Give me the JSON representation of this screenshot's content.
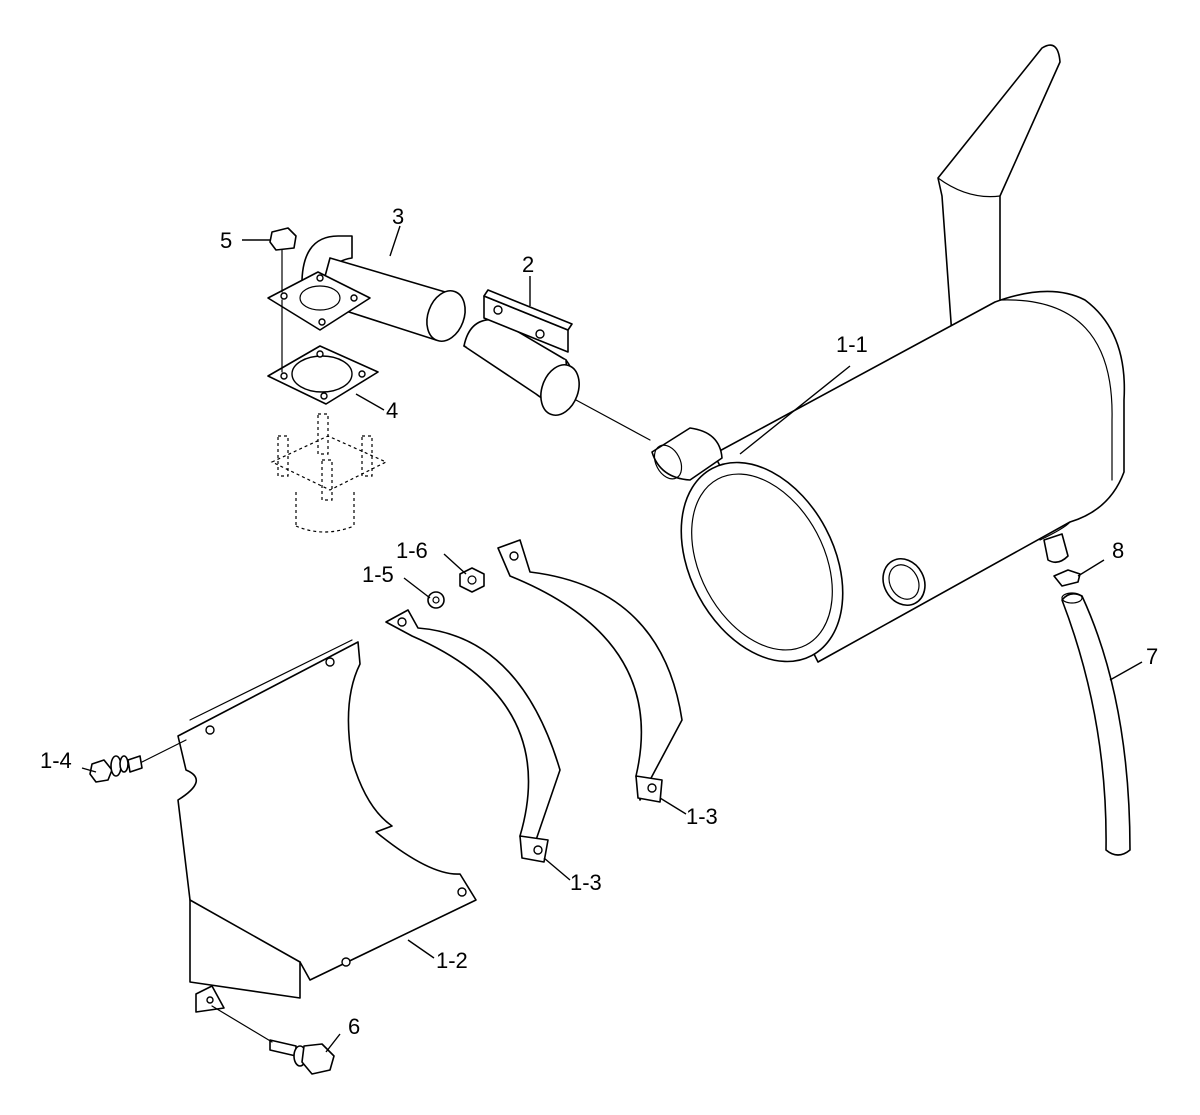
{
  "diagram": {
    "callouts": [
      {
        "id": "5",
        "label": "5"
      },
      {
        "id": "3",
        "label": "3"
      },
      {
        "id": "2",
        "label": "2"
      },
      {
        "id": "4",
        "label": "4"
      },
      {
        "id": "1-1",
        "label": "1-1"
      },
      {
        "id": "1-6",
        "label": "1-6"
      },
      {
        "id": "1-5",
        "label": "1-5"
      },
      {
        "id": "8",
        "label": "8"
      },
      {
        "id": "7",
        "label": "7"
      },
      {
        "id": "1-4",
        "label": "1-4"
      },
      {
        "id": "1-3a",
        "label": "1-3"
      },
      {
        "id": "1-3b",
        "label": "1-3"
      },
      {
        "id": "1-2",
        "label": "1-2"
      },
      {
        "id": "6",
        "label": "6"
      }
    ]
  }
}
